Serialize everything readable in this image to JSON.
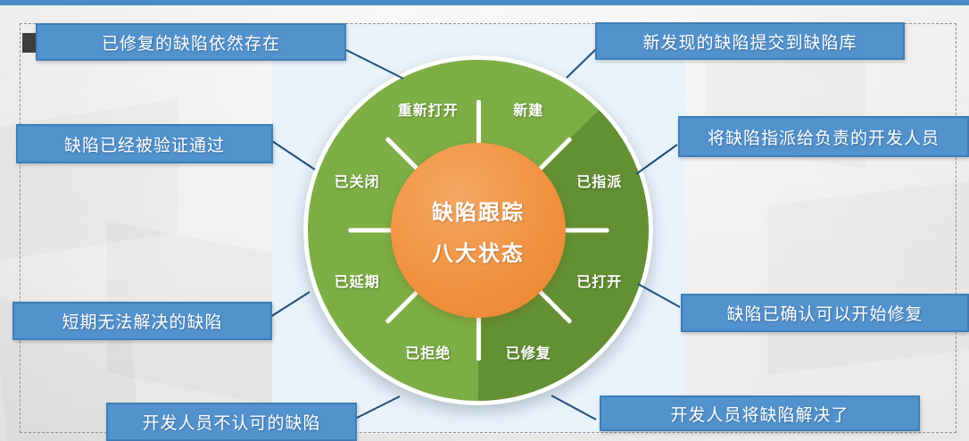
{
  "slide": {
    "accent_color": "#4a8cc5",
    "panel_color": "#e8f2fb",
    "callout_fill": "#5292cd",
    "callout_border": "#3f7db6",
    "hub_color": "#f0913f",
    "segment_color_light": "#7dae45",
    "segment_color_dark": "#639033"
  },
  "hub": {
    "line1": "缺陷跟踪",
    "line2": "八大状态"
  },
  "segments": [
    {
      "label": "新建",
      "angle_deg": 22.5,
      "shade": "light"
    },
    {
      "label": "已指派",
      "angle_deg": 67.5,
      "shade": "dark"
    },
    {
      "label": "已打开",
      "angle_deg": 112.5,
      "shade": "dark"
    },
    {
      "label": "已修复",
      "angle_deg": 157.5,
      "shade": "dark"
    },
    {
      "label": "已拒绝",
      "angle_deg": 202.5,
      "shade": "light"
    },
    {
      "label": "已延期",
      "angle_deg": 247.5,
      "shade": "light"
    },
    {
      "label": "已关闭",
      "angle_deg": 292.5,
      "shade": "light"
    },
    {
      "label": "重新打开",
      "angle_deg": 337.5,
      "shade": "light"
    }
  ],
  "callouts": [
    {
      "id": "reopened",
      "text": "已修复的缺陷依然存在",
      "for_segment": "重新打开"
    },
    {
      "id": "new",
      "text": "新发现的缺陷提交到缺陷库",
      "for_segment": "新建"
    },
    {
      "id": "closed",
      "text": "缺陷已经被验证通过",
      "for_segment": "已关闭"
    },
    {
      "id": "assigned",
      "text": "将缺陷指派给负责的开发人员",
      "for_segment": "已指派"
    },
    {
      "id": "deferred",
      "text": "短期无法解决的缺陷",
      "for_segment": "已延期"
    },
    {
      "id": "opened",
      "text": "缺陷已确认可以开始修复",
      "for_segment": "已打开"
    },
    {
      "id": "rejected",
      "text": "开发人员不认可的缺陷",
      "for_segment": "已拒绝"
    },
    {
      "id": "fixed",
      "text": "开发人员将缺陷解决了",
      "for_segment": "已修复"
    }
  ]
}
